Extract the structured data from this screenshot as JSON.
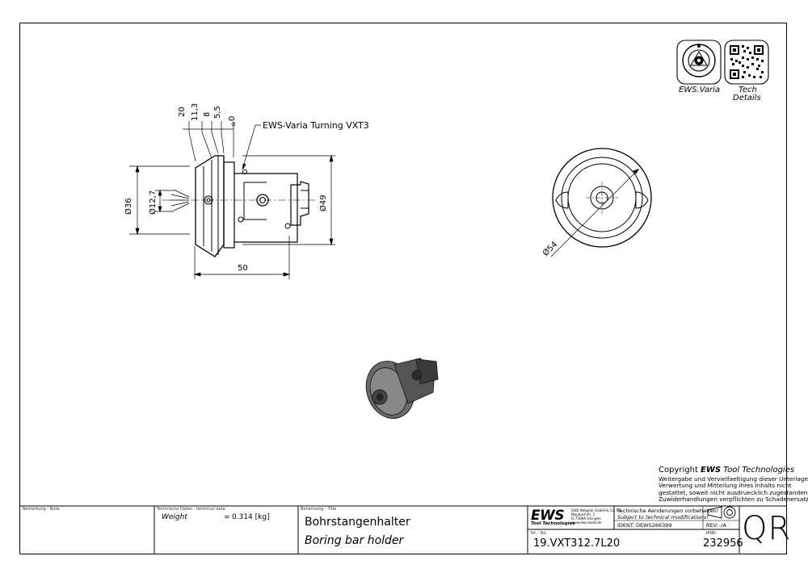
{
  "drawing": {
    "dimensions": {
      "top": [
        "20",
        "11,3",
        "8",
        "5,5",
        "0"
      ],
      "d36": "Ø36",
      "d12_7": "Ø12,7",
      "d49": "Ø49",
      "d54": "Ø54",
      "length50": "50"
    },
    "callout": "EWS-Varia Turning VXT3",
    "icons": {
      "varia_label": "EWS.Varia",
      "tech_label_1": "Tech",
      "tech_label_2": "Details"
    }
  },
  "copyright": {
    "title_prefix": "Copyright ",
    "title_brand": "EWS",
    "title_suffix": " Tool Technologies",
    "lines": [
      "Weitergabe und Vervielfaeltigung dieser Unterlage,",
      "Verwertung und Mitteilung ihres Inhalts nicht",
      "gestattet, soweit nicht ausdruecklich zugestanden.",
      "Zuwiderhandlungen verpflichten zu Schadenersatz."
    ]
  },
  "title_block": {
    "note_label": "Bemerkung - Note",
    "tech_label": "Technische Daten - technical data",
    "weight_label": "Weight",
    "weight_eq": "=",
    "weight_value": "0.314 [kg]",
    "title_label": "Benennung - Title",
    "title_de": "Bohrstangenhalter",
    "title_en": "Boring bar holder",
    "logo": "EWS",
    "logo_sub": "Tool Technologies",
    "address": [
      "EWS Weigele GmbH & Co. KG",
      "Maybachstr. 1",
      "D-73066 Uhingen",
      "www.ews-tools.de"
    ],
    "changes_de": "Technische Aenderungen vorbehalten!",
    "changes_en": "Subject to technical modifications!",
    "ident_label": "IDENT:",
    "ident_value": "DEWS266399",
    "rev_label": "REV:",
    "rev_value": "-/A",
    "nr_label": "Nr. - No.",
    "nr_value": "19.VXT312.7L20",
    "mnr_label": "MNR:",
    "mnr_value": "232956",
    "qr_text": "QR"
  }
}
